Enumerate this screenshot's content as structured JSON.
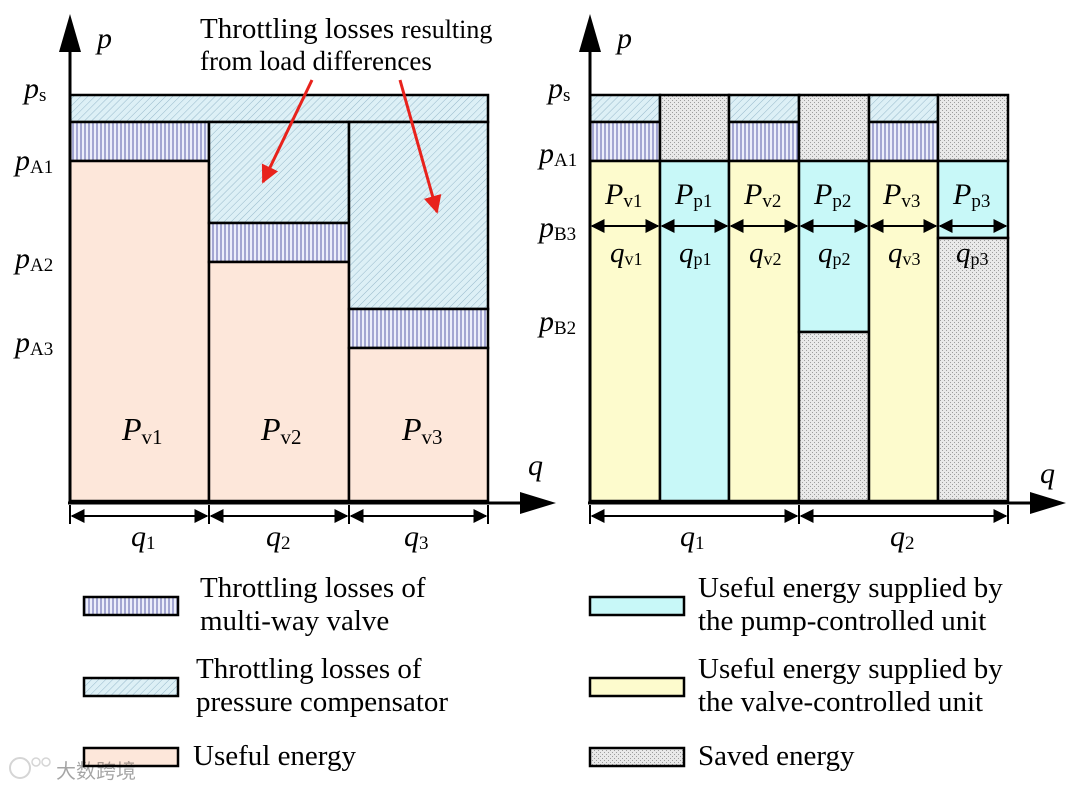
{
  "annotation": {
    "line1_main": "Throttling losses",
    "line1_small": "resulting",
    "line2": "from load differences"
  },
  "axes": {
    "p": "p",
    "q": "q"
  },
  "left_diagram": {
    "pressure_labels": [
      {
        "main": "p",
        "sub": "s"
      },
      {
        "main": "p",
        "sub": "A1"
      },
      {
        "main": "p",
        "sub": "A2"
      },
      {
        "main": "p",
        "sub": "A3"
      }
    ],
    "blocks": [
      {
        "main": "P",
        "sub": "v1"
      },
      {
        "main": "P",
        "sub": "v2"
      },
      {
        "main": "P",
        "sub": "v3"
      }
    ],
    "flows": [
      {
        "main": "q",
        "sub": "1"
      },
      {
        "main": "q",
        "sub": "2"
      },
      {
        "main": "q",
        "sub": "3"
      }
    ]
  },
  "right_diagram": {
    "pressure_labels": [
      {
        "main": "p",
        "sub": "s"
      },
      {
        "main": "p",
        "sub": "A1"
      },
      {
        "main": "p",
        "sub": "B3"
      },
      {
        "main": "p",
        "sub": "B2"
      }
    ],
    "blocks": [
      {
        "main": "P",
        "sub": "v1"
      },
      {
        "main": "P",
        "sub": "p1"
      },
      {
        "main": "P",
        "sub": "v2"
      },
      {
        "main": "P",
        "sub": "p2"
      },
      {
        "main": "P",
        "sub": "v3"
      },
      {
        "main": "P",
        "sub": "p3"
      }
    ],
    "sub_flows": [
      {
        "main": "q",
        "sub": "v1"
      },
      {
        "main": "q",
        "sub": "p1"
      },
      {
        "main": "q",
        "sub": "v2"
      },
      {
        "main": "q",
        "sub": "p2"
      },
      {
        "main": "q",
        "sub": "v3"
      },
      {
        "main": "q",
        "sub": "p3"
      }
    ],
    "flows": [
      {
        "main": "q",
        "sub": "1"
      },
      {
        "main": "q",
        "sub": "2"
      }
    ]
  },
  "legend": {
    "valve_loss": [
      "Throttling losses of",
      "multi-way valve"
    ],
    "compensator_loss": [
      "Throttling losses of",
      "pressure compensator"
    ],
    "useful": [
      "Useful energy"
    ],
    "pump_energy": [
      "Useful energy supplied by",
      "the pump-controlled unit"
    ],
    "valve_energy": [
      "Useful energy supplied by",
      "the valve-controlled unit"
    ],
    "saved": [
      "Saved energy"
    ]
  },
  "colors": {
    "useful": "#fde7da",
    "compensator": "#ddf0f6",
    "valve_loss": "#e9ecfa",
    "pump_unit": "#c8f8f8",
    "valve_unit": "#fdfbcd",
    "saved": "#e6e6e6",
    "arrow": "#e8221c"
  },
  "watermark": "大数跨境"
}
